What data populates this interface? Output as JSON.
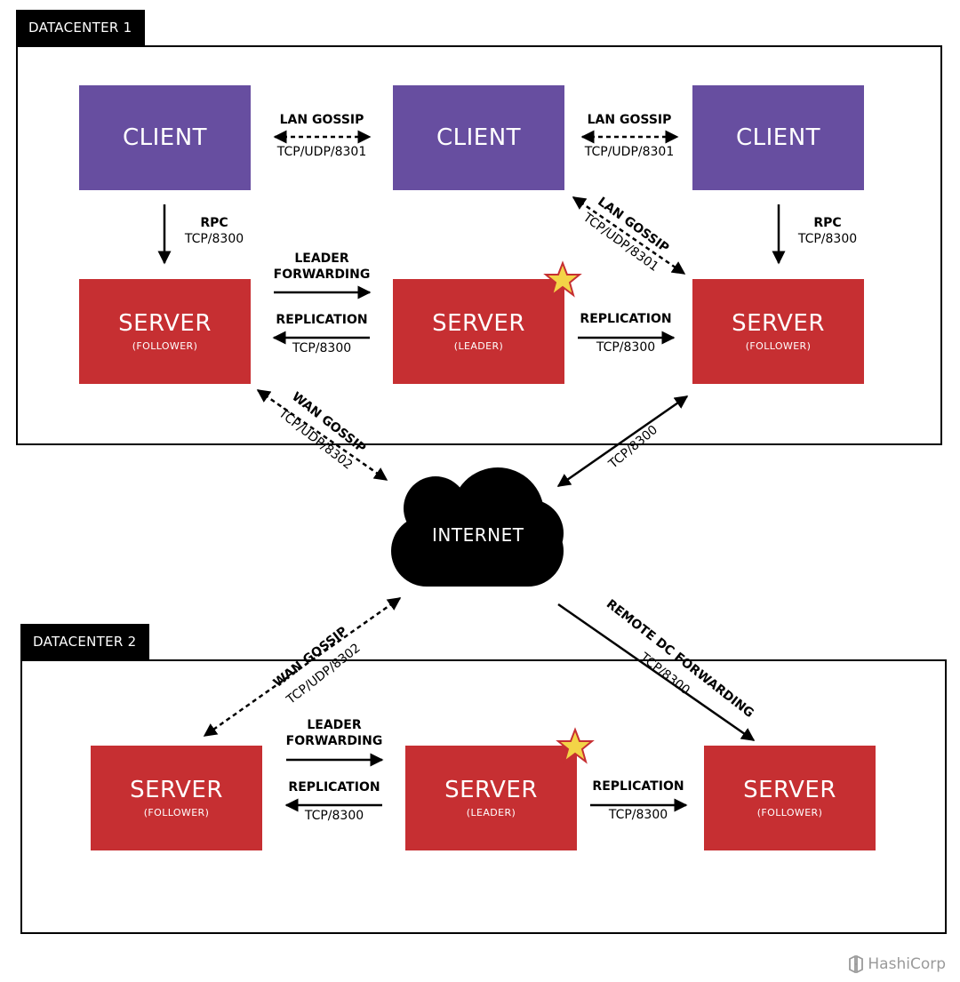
{
  "dc1": {
    "tab": "DATACENTER 1",
    "clients": [
      "CLIENT",
      "CLIENT",
      "CLIENT"
    ],
    "servers": [
      {
        "title": "SERVER",
        "role": "(FOLLOWER)"
      },
      {
        "title": "SERVER",
        "role": "(LEADER)"
      },
      {
        "title": "SERVER",
        "role": "(FOLLOWER)"
      }
    ],
    "lan_gossip_1": {
      "title": "LAN GOSSIP",
      "port": "TCP/UDP/8301"
    },
    "lan_gossip_2": {
      "title": "LAN GOSSIP",
      "port": "TCP/UDP/8301"
    },
    "lan_gossip_diag": {
      "title": "LAN GOSSIP",
      "port": "TCP/UDP/8301"
    },
    "rpc_left": {
      "title": "RPC",
      "port": "TCP/8300"
    },
    "rpc_right": {
      "title": "RPC",
      "port": "TCP/8300"
    },
    "leader_forwarding": {
      "line1": "LEADER",
      "line2": "FORWARDING"
    },
    "replication_left": {
      "title": "REPLICATION",
      "port": "TCP/8300"
    },
    "replication_right": {
      "title": "REPLICATION",
      "port": "TCP/8300"
    },
    "wan_gossip": {
      "title": "WAN GOSSIP",
      "port": "TCP/UDP/8302"
    },
    "tcp_to_internet": "TCP/8300"
  },
  "internet": "INTERNET",
  "dc2": {
    "tab": "DATACENTER 2",
    "servers": [
      {
        "title": "SERVER",
        "role": "(FOLLOWER)"
      },
      {
        "title": "SERVER",
        "role": "(LEADER)"
      },
      {
        "title": "SERVER",
        "role": "(FOLLOWER)"
      }
    ],
    "wan_gossip": {
      "title": "WAN GOSSIP",
      "port": "TCP/UDP/8302"
    },
    "remote_dc_forwarding": {
      "title": "REMOTE DC FORWARDING",
      "port": "TCP/8300"
    },
    "leader_forwarding": {
      "line1": "LEADER",
      "line2": "FORWARDING"
    },
    "replication_left": {
      "title": "REPLICATION",
      "port": "TCP/8300"
    },
    "replication_right": {
      "title": "REPLICATION",
      "port": "TCP/8300"
    }
  },
  "brand": "HashiCorp",
  "colors": {
    "client": "#674EA0",
    "server": "#C62F32",
    "star": "#F3D447",
    "star_border": "#C62F32"
  },
  "icons": [
    "leader-star-icon",
    "cloud-icon",
    "hashicorp-logo-icon"
  ]
}
